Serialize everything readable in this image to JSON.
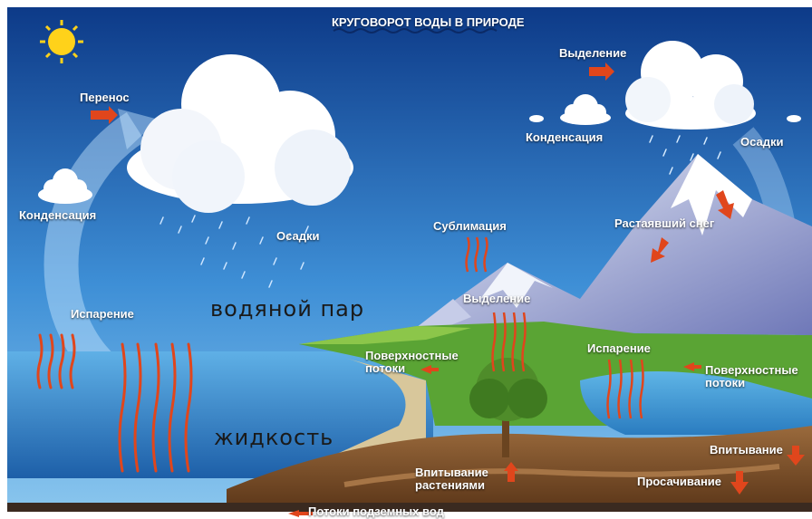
{
  "title": "КРУГОВОРОТ ВОДЫ В ПРИРОДЕ",
  "labels": {
    "perenos": "Перенос",
    "kondensaciya_left": "Конденсация",
    "osadki_left": "Осадки",
    "isparenie_left": "Испарение",
    "vydelenie_top": "Выделение",
    "kondensaciya_right": "Конденсация",
    "osadki_right": "Осадки",
    "sublimaciya": "Сублимация",
    "rastayavshiy_sneg": "Растаявший снег",
    "vydelenie_tree": "Выделение",
    "poverhnostnye_left_1": "Поверхностные",
    "poverhnostnye_left_2": "потоки",
    "isparenie_right": "Испарение",
    "poverhnostnye_right_1": "Поверхностные",
    "poverhnostnye_right_2": "потоки",
    "vpityvanie": "Впитывание",
    "vpityvanie_rasteniyami_1": "Впитывание",
    "vpityvanie_rasteniyami_2": "растениями",
    "prosachivanie": "Просачивание",
    "potoki_podzemnyh_vod": "Потоки подземных вод"
  },
  "big_labels": {
    "vodyanoy_par": "водяной пар",
    "zhidkost": "жидкость"
  },
  "colors": {
    "sky_top": "#0f3f8f",
    "sky_bottom": "#4aa3e0",
    "sea": "#2f86c8",
    "arrow": "#e0461c",
    "ground": "#7a4a2a"
  }
}
